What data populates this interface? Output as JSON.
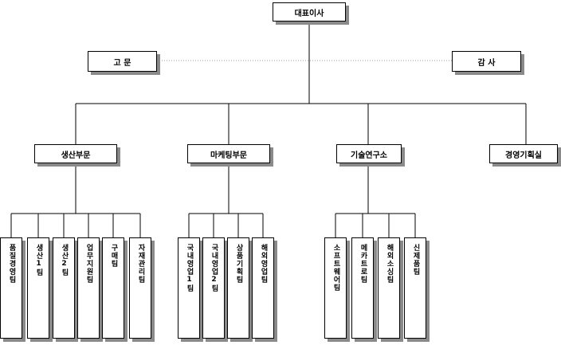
{
  "chart": {
    "ceo": "대표이사",
    "advisor": "고 문",
    "auditor": "감 사",
    "divisions": [
      {
        "label": "생산부문",
        "units": [
          "품질경영팀",
          "생산1팀",
          "생산2팀",
          "업무지원팀",
          "구매팀",
          "자재관리팀"
        ]
      },
      {
        "label": "마케팅부문",
        "units": [
          "국내영업1팀",
          "국내영업2팀",
          "상품기획팀",
          "해외영업팀"
        ]
      },
      {
        "label": "기술연구소",
        "units": [
          "소프트웨어팀",
          "메카트로팀",
          "해외소싱팀",
          "신제품팀"
        ]
      },
      {
        "label": "경영기획실",
        "units": []
      }
    ]
  },
  "colors": {
    "line": "#000000",
    "dotted_line": "#9a9a9a",
    "shadow": "#8a8a8a"
  }
}
